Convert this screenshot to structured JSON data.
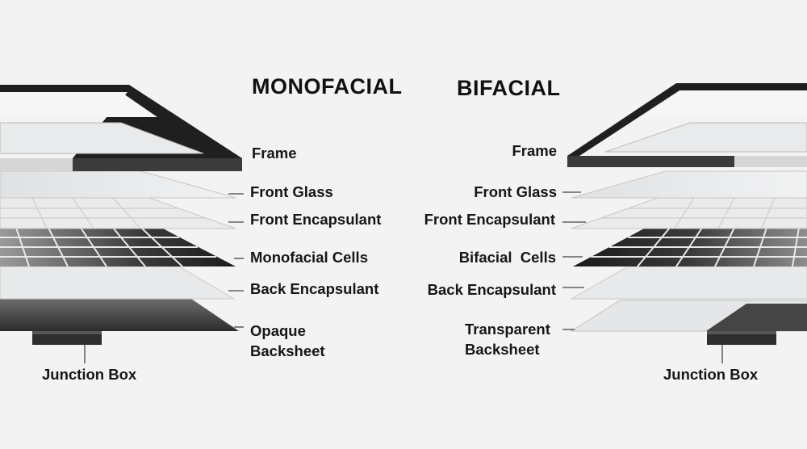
{
  "monofacial": {
    "title": "MONOFACIAL",
    "layers": {
      "frame": "Frame",
      "front_glass": "Front Glass",
      "front_encapsulant": "Front Encapsulant",
      "cells": "Monofacial Cells",
      "back_encapsulant": "Back Encapsulant",
      "backsheet_line1": "Opaque",
      "backsheet_line2": "Backsheet"
    },
    "junction_box": "Junction Box"
  },
  "bifacial": {
    "title": "BIFACIAL",
    "layers": {
      "frame": "Frame",
      "front_glass": "Front Glass",
      "front_encapsulant": "Front Encapsulant",
      "cells": "Bifacial  Cells",
      "back_encapsulant": "Back Encapsulant",
      "backsheet_line1": "Transparent",
      "backsheet_line2": "Backsheet"
    },
    "junction_box": "Junction Box"
  },
  "colors": {
    "frame": "#1e1e1e",
    "glass": "#e4e6e8",
    "encapsulant": "#e9eaea",
    "cell": "#2a2a2a",
    "cell_grid": "#e6e6e6",
    "opaque_backsheet": "#4a4a4a",
    "transparent_backsheet": "#e2e4e5",
    "junction_box": "#303030",
    "leader": "#444444"
  }
}
